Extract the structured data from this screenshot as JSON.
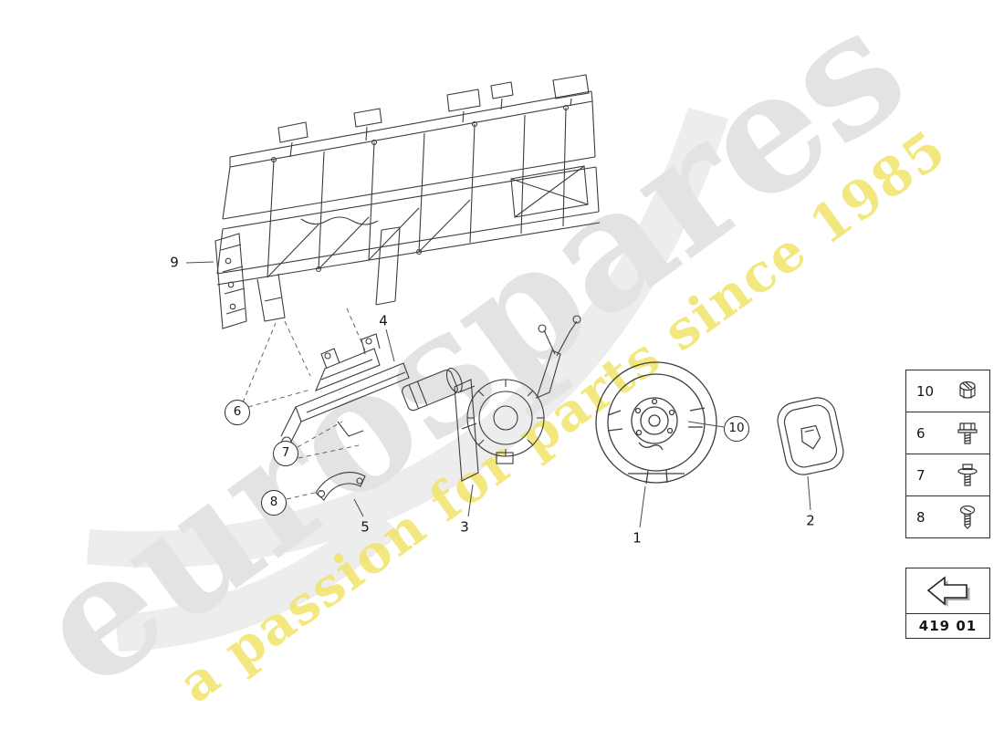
{
  "watermark": {
    "brand": "eurospares",
    "tagline": "a passion for parts since 1985"
  },
  "callouts": {
    "plain": [
      {
        "label": "9"
      },
      {
        "label": "4"
      },
      {
        "label": "5"
      },
      {
        "label": "3"
      },
      {
        "label": "1"
      },
      {
        "label": "2"
      }
    ],
    "circled": [
      {
        "label": "6"
      },
      {
        "label": "7"
      },
      {
        "label": "8"
      },
      {
        "label": "10"
      }
    ]
  },
  "legend": {
    "items": [
      {
        "number": "10",
        "icon": "lock-nut-icon"
      },
      {
        "number": "6",
        "icon": "hex-bolt-icon"
      },
      {
        "number": "7",
        "icon": "flange-bolt-icon"
      },
      {
        "number": "8",
        "icon": "screw-icon"
      }
    ]
  },
  "footer": {
    "diagram_code": "419 01",
    "icon": "direction-arrow-icon"
  }
}
